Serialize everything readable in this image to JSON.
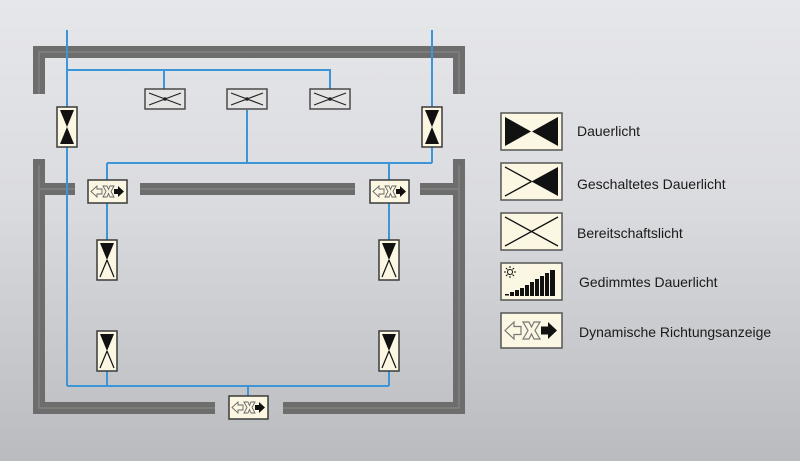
{
  "colors": {
    "wall": "#6d6d6d",
    "wall_highlight": "#8a8a8a",
    "wiring": "#3b95d6",
    "fixture_fill": "#fbf7e2",
    "fixture_fill_standby": "#e4e4e4",
    "fixture_border": "#3a3a3a",
    "symbol": "#111111"
  },
  "legend": {
    "items": [
      {
        "key": "dauerlicht",
        "label": "Dauerlicht",
        "icon": "maintained-light-icon"
      },
      {
        "key": "geschaltetes",
        "label": "Geschaltetes Dauerlicht",
        "icon": "switched-maintained-light-icon"
      },
      {
        "key": "bereitschaft",
        "label": "Bereitschaftslicht",
        "icon": "standby-light-icon"
      },
      {
        "key": "gedimmt",
        "label": "Gedimmtes Dauerlicht",
        "icon": "dimmed-maintained-light-icon"
      },
      {
        "key": "dynamisch",
        "label": "Dynamische Richtungsanzeige",
        "icon": "dynamic-direction-sign-icon"
      }
    ]
  },
  "floor_plan": {
    "fixtures": [
      {
        "type": "standby",
        "location": "upper-room-left"
      },
      {
        "type": "standby",
        "location": "upper-room-center"
      },
      {
        "type": "standby",
        "location": "upper-room-right"
      },
      {
        "type": "maintained",
        "location": "left-riser"
      },
      {
        "type": "maintained",
        "location": "right-riser"
      },
      {
        "type": "dynamic-direction",
        "location": "left-doorway"
      },
      {
        "type": "dynamic-direction",
        "location": "right-doorway"
      },
      {
        "type": "dynamic-direction",
        "location": "bottom-doorway"
      },
      {
        "type": "switched-maintained",
        "location": "lower-room-left-upper"
      },
      {
        "type": "switched-maintained",
        "location": "lower-room-right-upper"
      },
      {
        "type": "switched-maintained",
        "location": "lower-room-left-lower"
      },
      {
        "type": "switched-maintained",
        "location": "lower-room-right-lower"
      }
    ]
  }
}
